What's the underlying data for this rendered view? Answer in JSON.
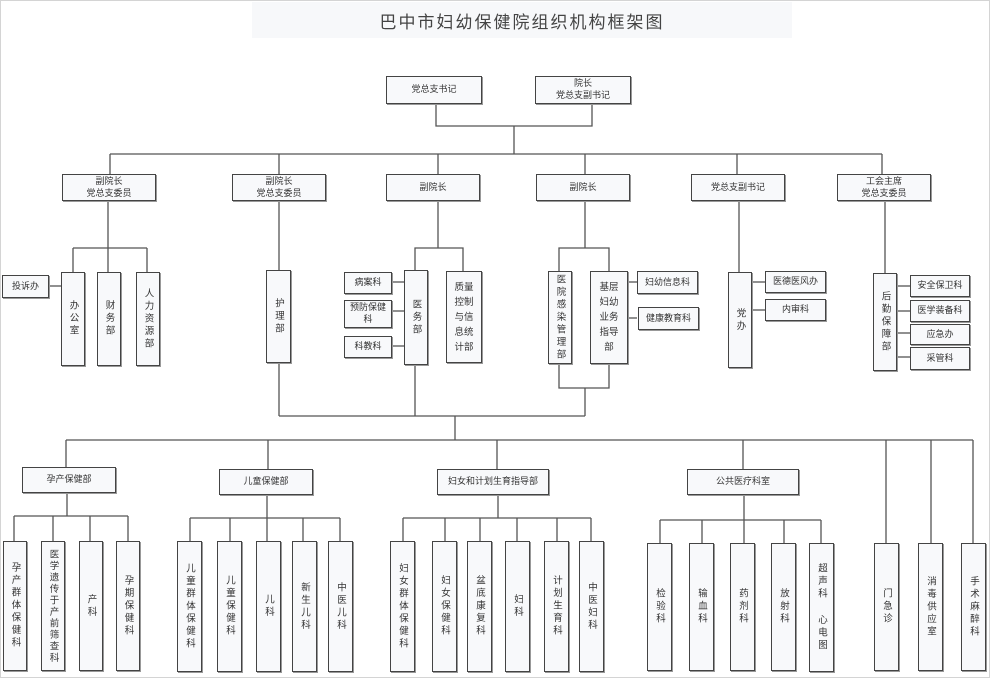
{
  "title": "巴中市妇幼保健院组织机构框架图",
  "colors": {
    "line": "#555555",
    "box_border": "#444444",
    "box_fill": "#f8f9fb",
    "title_bg": "#f7f8fa"
  },
  "top": {
    "secretary": [
      "党总支书记"
    ],
    "president": [
      "院长",
      "党总支副书记"
    ]
  },
  "level2": [
    {
      "lines": [
        "副院长",
        "党总支委员"
      ]
    },
    {
      "lines": [
        "副院长",
        "党总支委员"
      ]
    },
    {
      "lines": [
        "副院长"
      ]
    },
    {
      "lines": [
        "副院长"
      ]
    },
    {
      "lines": [
        "党总支副书记"
      ]
    },
    {
      "lines": [
        "工会主席",
        "党总支委员"
      ]
    }
  ],
  "admin": {
    "complaints": "投诉办",
    "office": "办公室",
    "finance": "财务部",
    "hr": "人力资源部"
  },
  "nursing": "护理部",
  "medical_affairs": {
    "dept": "医务部",
    "subs": [
      "病案科",
      "预防保健科",
      "科教科"
    ],
    "quality": "质量控制与信息统计部"
  },
  "infection": "医院感染管理部",
  "grassroots": {
    "dept": "基层妇幼业务指导部",
    "subs": [
      "妇幼信息科",
      "健康教育科"
    ]
  },
  "party_office": {
    "dept": "党办",
    "subs": [
      "医德医风办",
      "内审科"
    ]
  },
  "logistics": {
    "dept": "后勤保障部",
    "subs": [
      "安全保卫科",
      "医学装备科",
      "应急办",
      "采管科"
    ]
  },
  "clinical": {
    "maternal": {
      "label": "孕产保健部",
      "subs": [
        "孕产群体保健科",
        "医学遗传于产前筛查科",
        "产科",
        "孕期保健科"
      ]
    },
    "child": {
      "label": "儿童保健部",
      "subs": [
        "儿童群体保健科",
        "儿童保健科",
        "儿科",
        "新生儿科",
        "中医儿科"
      ]
    },
    "women": {
      "label": "妇女和计划生育指导部",
      "subs": [
        "妇女群体保健科",
        "妇女保健科",
        "盆底康复科",
        "妇科",
        "计划生育科",
        "中医妇科"
      ]
    },
    "public": {
      "label": "公共医疗科室",
      "subs": [
        "检验科",
        "输血科",
        "药剂科",
        "放射科",
        "超声科  心电图"
      ]
    },
    "standalone": [
      "门急诊",
      "消毒供应室",
      "手术麻醉科"
    ]
  }
}
